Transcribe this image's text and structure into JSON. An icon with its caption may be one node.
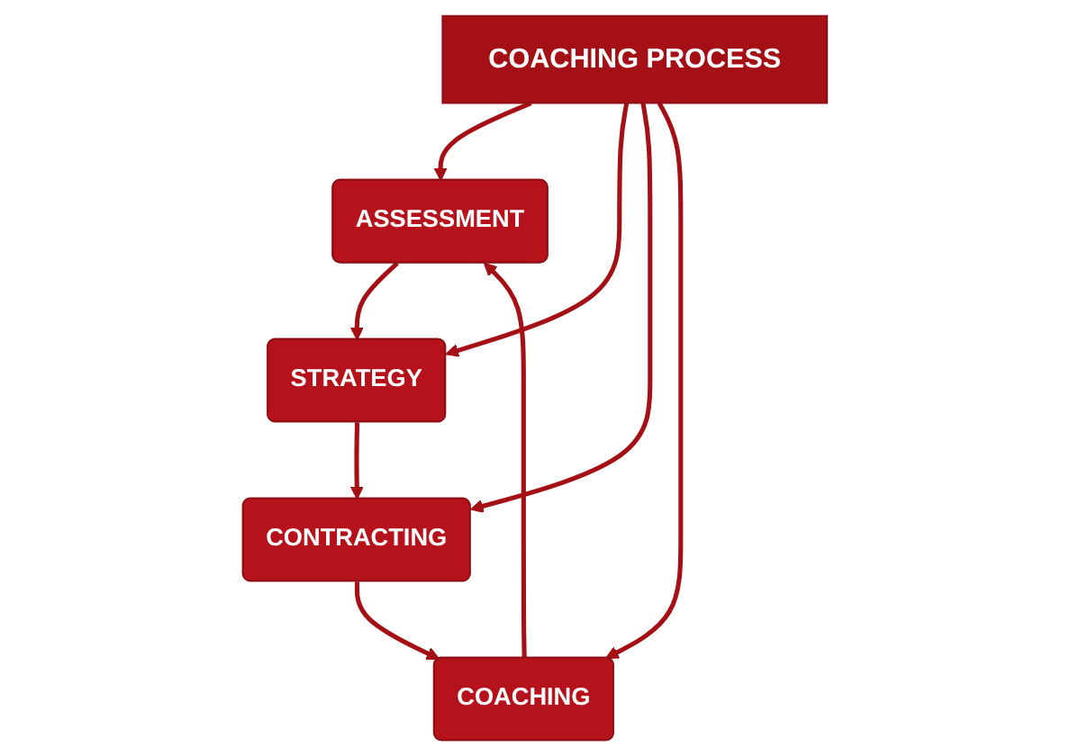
{
  "diagram": {
    "nodes": [
      {
        "text": [
          "ASSESSMENT"
        ]
      },
      {
        "text": [
          "COACHING"
        ]
      },
      {
        "text": [
          "COACHING PROCESS"
        ]
      },
      {
        "text": [
          "STRATEGY"
        ]
      },
      {
        "text": [
          "CONTRACTING"
        ]
      }
    ],
    "edges": [
      {
        "from": 1,
        "to": 0,
        "arrow": "to"
      },
      {
        "from": 0,
        "to": 3,
        "arrow": "to"
      },
      {
        "from": 3,
        "to": 4,
        "arrow": "to"
      },
      {
        "from": 4,
        "to": 1,
        "arrow": "to"
      },
      {
        "from": 2,
        "to": 0,
        "arrow": "to"
      },
      {
        "from": 2,
        "to": 3,
        "arrow": "to"
      },
      {
        "from": 2,
        "to": 4,
        "arrow": "to"
      },
      {
        "from": 2,
        "to": 1,
        "arrow": "to"
      }
    ]
  }
}
